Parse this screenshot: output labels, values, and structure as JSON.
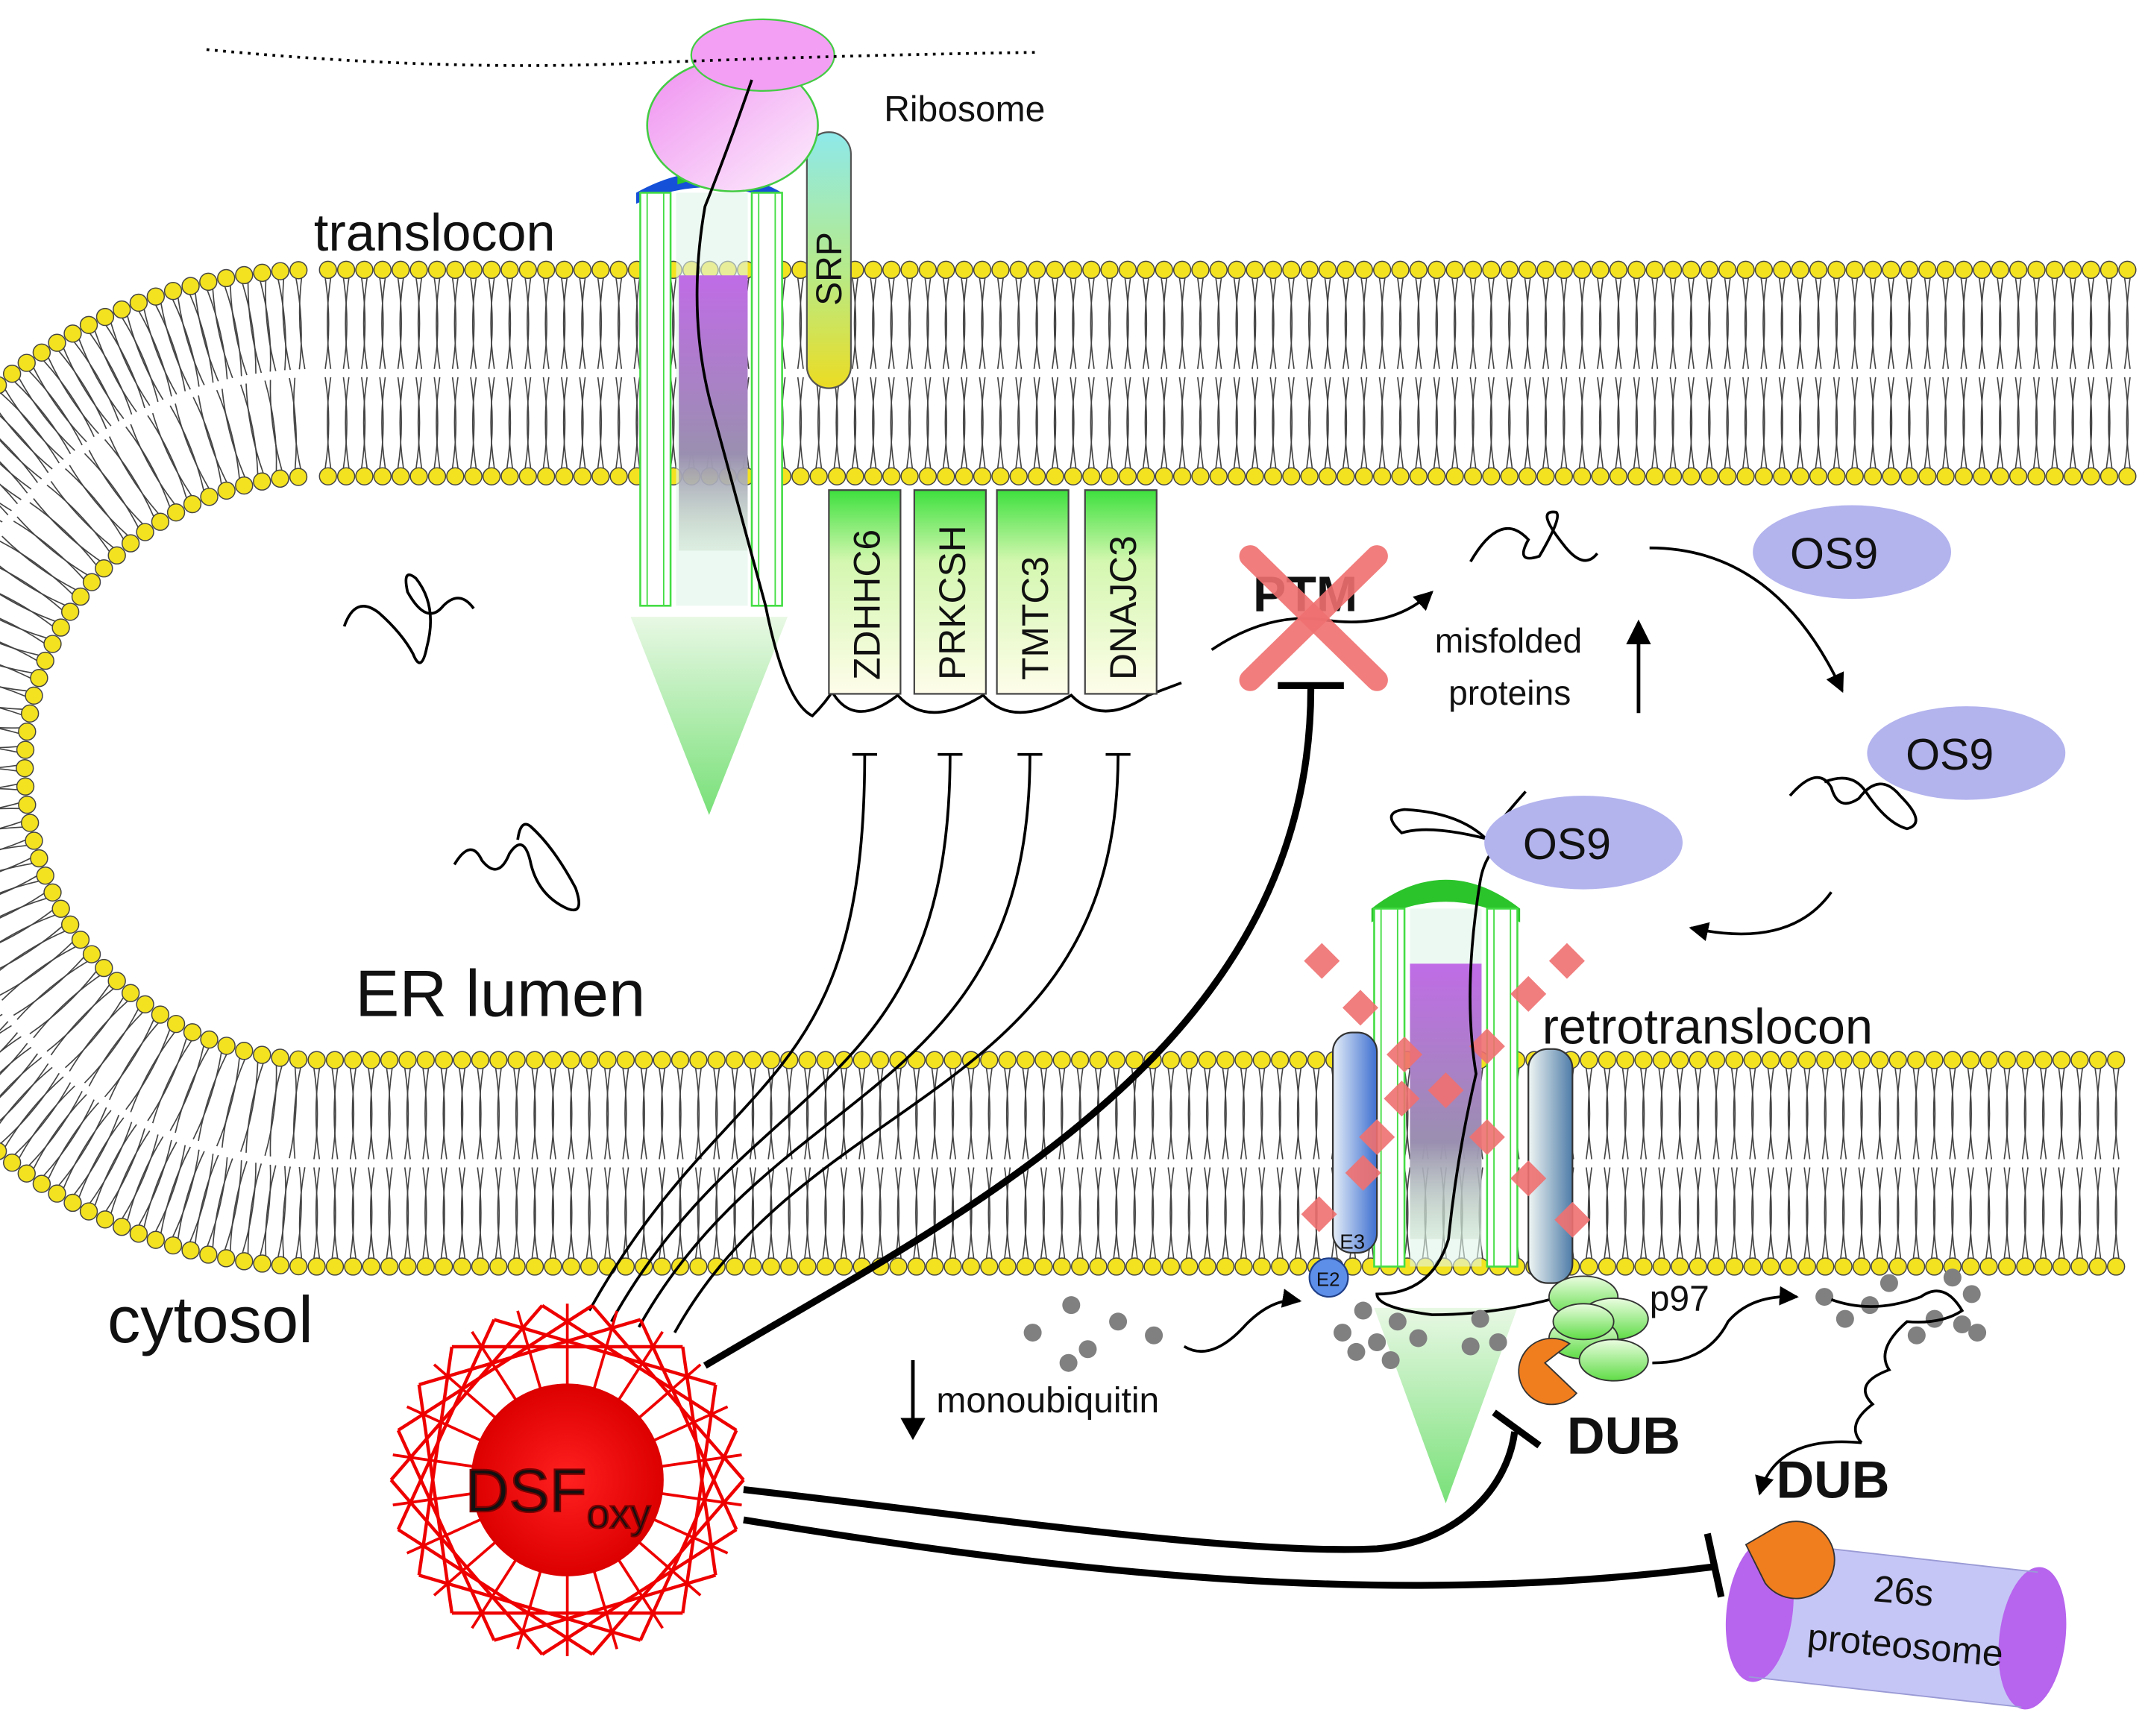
{
  "labels": {
    "ribosome": "Ribosome",
    "translocon": "translocon",
    "srp": "SRP",
    "er_lumen": "ER lumen",
    "cytosol": "cytosol",
    "retrotranslocon": "retrotranslocon",
    "ptm": "PTM",
    "misfolded_line1": "misfolded",
    "misfolded_line2": "proteins",
    "os9": "OS9",
    "e3": "E3",
    "e2": "E2",
    "p97": "p97",
    "monoubiquitin": "monoubiquitin",
    "dub": "DUB",
    "proteasome_line1": "26s",
    "proteasome_line2": "proteosome",
    "dsf_main": "DSF",
    "dsf_sub": "oxy"
  },
  "chaperones": [
    {
      "name": "ZDHHC6"
    },
    {
      "name": "PRKCSH"
    },
    {
      "name": "TMTC3"
    },
    {
      "name": "DNAJC3"
    }
  ],
  "colors": {
    "lipid_head": "#f3e21f",
    "dsf": "#ee0000",
    "os9": "#b3b3ee",
    "ptm_cross": "#f07070",
    "dub": "#f07d1e",
    "proteasome_body": "#c6c6f6",
    "proteasome_cap": "#b764ee",
    "channel_green": "#55dd55",
    "translocon_core": "#c274e4",
    "ubiquitin": "#808080"
  }
}
